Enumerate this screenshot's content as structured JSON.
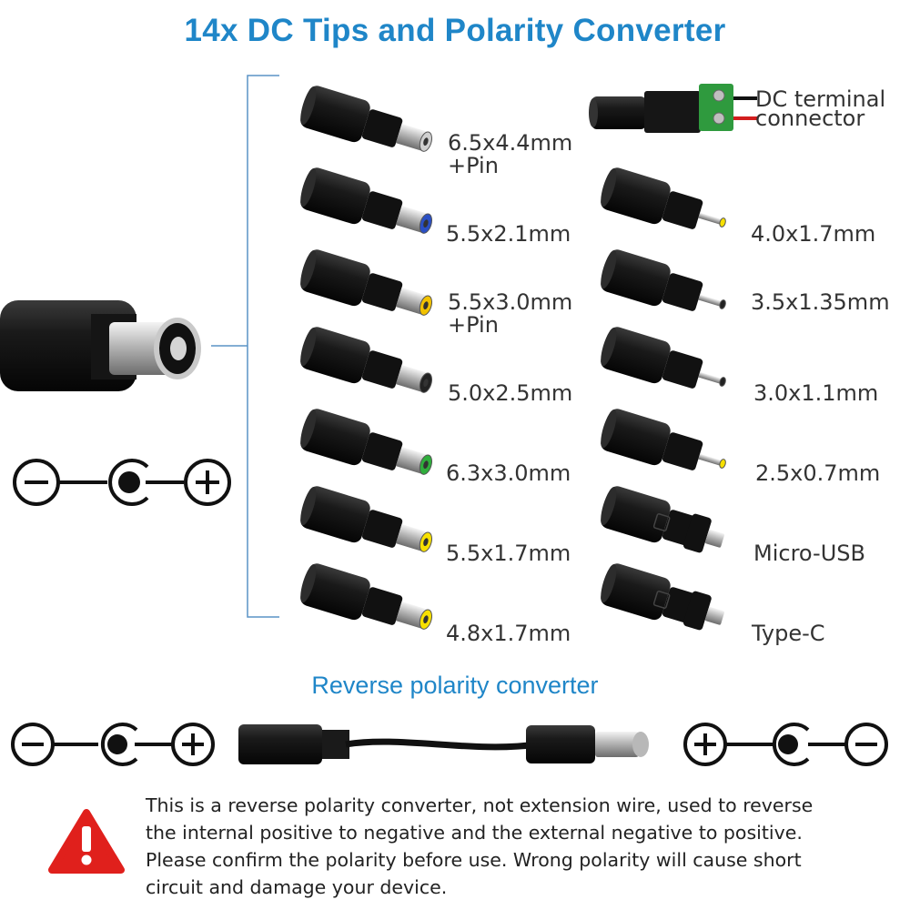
{
  "title": "14x DC Tips and Polarity Converter",
  "tips_left": [
    {
      "label": "6.5x4.4mm",
      "sub": "+Pin",
      "tip_color": "#cfcfcf"
    },
    {
      "label": "5.5x2.1mm",
      "sub": "",
      "tip_color": "#2a4fc4"
    },
    {
      "label": "5.5x3.0mm",
      "sub": "+Pin",
      "tip_color": "#f2c200"
    },
    {
      "label": "5.0x2.5mm",
      "sub": "",
      "tip_color": "#222222"
    },
    {
      "label": "6.3x3.0mm",
      "sub": "",
      "tip_color": "#2fae3c"
    },
    {
      "label": "5.5x1.7mm",
      "sub": "",
      "tip_color": "#f7e000"
    },
    {
      "label": "4.8x1.7mm",
      "sub": "",
      "tip_color": "#f7e000"
    }
  ],
  "tips_right": [
    {
      "label": "DC terminal",
      "sub": "connector",
      "kind": "terminal"
    },
    {
      "label": "4.0x1.7mm",
      "sub": "",
      "kind": "pin",
      "tip_color": "#f7e000"
    },
    {
      "label": "3.5x1.35mm",
      "sub": "",
      "kind": "pin",
      "tip_color": "#222222"
    },
    {
      "label": "3.0x1.1mm",
      "sub": "",
      "kind": "pin",
      "tip_color": "#222222"
    },
    {
      "label": "2.5x0.7mm",
      "sub": "",
      "kind": "pin",
      "tip_color": "#f7e000"
    },
    {
      "label": "Micro-USB",
      "sub": "",
      "kind": "usb"
    },
    {
      "label": "Type-C",
      "sub": "",
      "kind": "usb"
    }
  ],
  "reverse_title": "Reverse polarity converter",
  "warning_lines": [
    "This is a reverse polarity converter, not extension wire, used to reverse",
    "the internal positive to negative and the external negative to positive.",
    "Please confirm the polarity before use. Wrong polarity will cause short",
    "circuit and damage your device."
  ],
  "warning_icon_text": "!",
  "colors": {
    "accent": "#1f86c8",
    "warning": "#e0201c",
    "bracket": "#5a93c6"
  }
}
